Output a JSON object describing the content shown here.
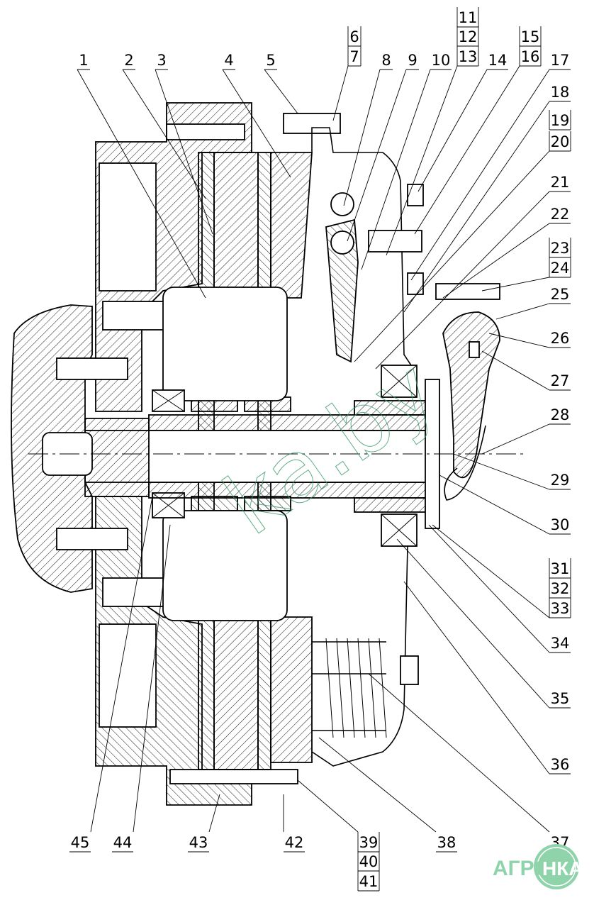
{
  "drawing": {
    "title": "Clutch assembly sectional view",
    "callouts": [
      "1",
      "2",
      "3",
      "4",
      "5",
      "6",
      "7",
      "8",
      "9",
      "10",
      "11",
      "12",
      "13",
      "14",
      "15",
      "16",
      "17",
      "18",
      "19",
      "20",
      "21",
      "22",
      "23",
      "24",
      "25",
      "26",
      "27",
      "28",
      "29",
      "30",
      "31",
      "32",
      "33",
      "34",
      "35",
      "36",
      "37",
      "38",
      "39",
      "40",
      "41",
      "42",
      "43",
      "44",
      "45"
    ],
    "line_color": "#000000"
  },
  "watermark": {
    "text": "ka.by",
    "color": "#3a9a6a"
  },
  "logo": {
    "text_left": "АГРО",
    "text_right": "НКА",
    "color": "#8fd3ab"
  }
}
